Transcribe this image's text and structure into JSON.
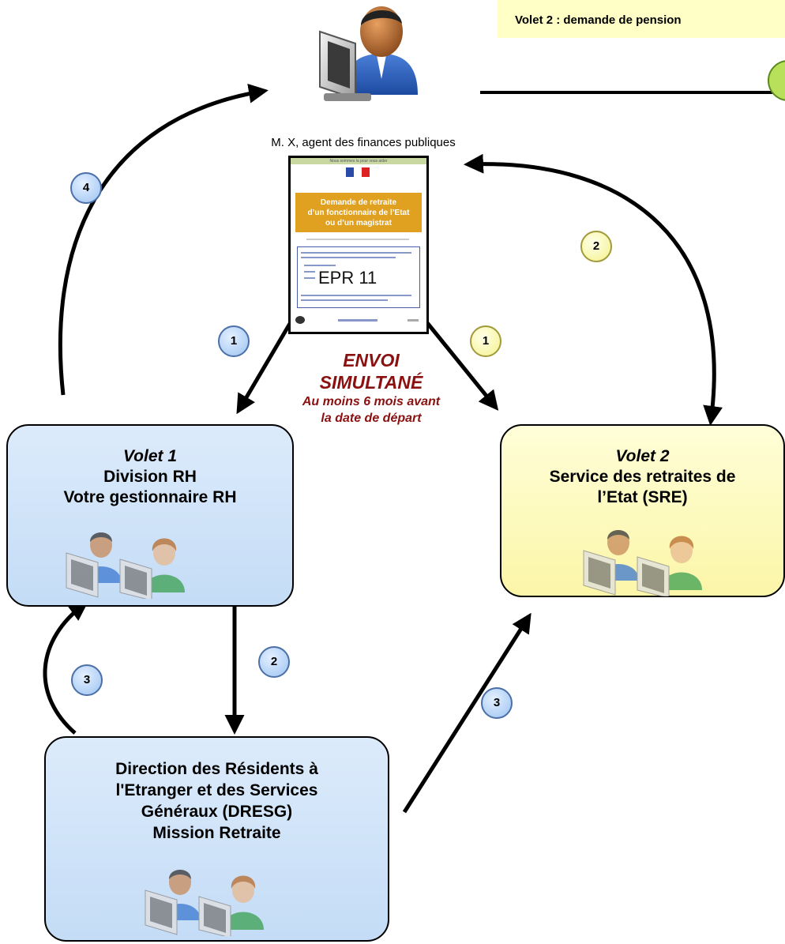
{
  "note": {
    "text": "Volet 2 : demande de pension"
  },
  "agent": {
    "caption": "M. X, agent des finances publiques"
  },
  "document": {
    "header_line": "Nous sommes la pour vous aider",
    "title_lines": [
      "Demande de retraite",
      "d’un fonctionnaire de l’Etat",
      "ou d’un magistrat"
    ],
    "code": "EPR 11"
  },
  "envoi": {
    "line1": "ENVOI",
    "line2": "SIMULTANÉ",
    "line3": "Au moins 6 mois avant",
    "line4": "la date de départ"
  },
  "box_rh": {
    "volet": "Volet 1",
    "line1": "Division RH",
    "line2": "Votre gestionnaire RH"
  },
  "box_sre": {
    "volet": "Volet 2",
    "line1": "Service des retraites de",
    "line2": "l’Etat (SRE)"
  },
  "box_dresg": {
    "line1": "Direction des Résidents à",
    "line2": "l'Etranger et des Services",
    "line3": "Généraux (DRESG)",
    "line4": "Mission Retraite"
  },
  "steps": {
    "rh_to_agent": "4",
    "agent_to_rh": "1",
    "agent_to_sre": "1",
    "sre_to_agent": "2",
    "rh_to_dresg": "2",
    "dresg_to_rh": "3",
    "dresg_to_sre": "3"
  },
  "colors": {
    "blue_box": "#cfe4fa",
    "yellow_box": "#ffffc9",
    "envoi_text": "#8b1010",
    "note_bg": "#ffffc6",
    "doc_banner": "#e0a020"
  }
}
